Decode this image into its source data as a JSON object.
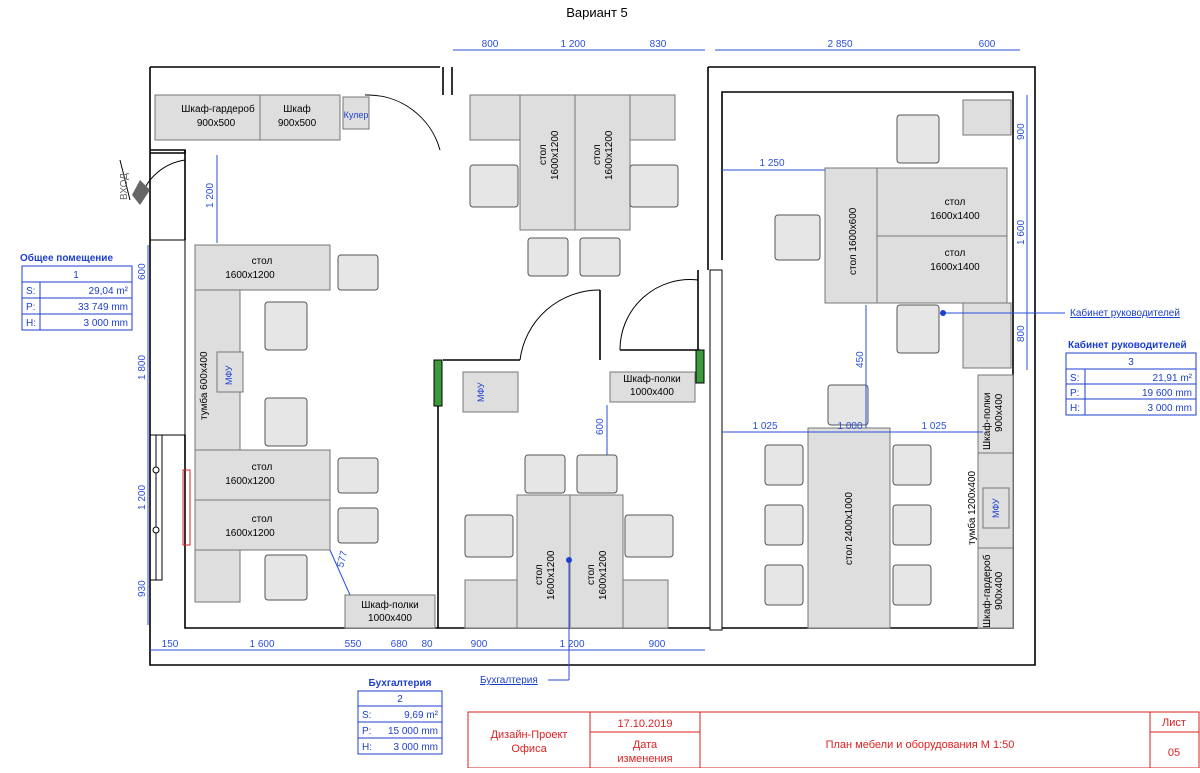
{
  "title": "Вариант 5",
  "dims_top": [
    "800",
    "1 200",
    "830",
    "2 850",
    "600"
  ],
  "dims_bottom": [
    "150",
    "1 600",
    "550",
    "680",
    "80",
    "900",
    "1 200",
    "900"
  ],
  "dims_left": [
    "600",
    "1 800",
    "1 200",
    "930"
  ],
  "dims_right": [
    "900",
    "1 600",
    "800"
  ],
  "dims_inner": {
    "d1200_entry": "1 200",
    "d1250": "1 250",
    "d450": "450",
    "d600": "600",
    "d577": "577",
    "d1025a": "1 025",
    "d1000": "1 000",
    "d1025b": "1 025"
  },
  "furniture": {
    "wardrobe1": "Шкаф-гардероб",
    "wardrobe1_size": "900х500",
    "cabinet1": "Шкаф",
    "cabinet1_size": "900х500",
    "cooler": "Кулер",
    "entry": "ВХОД",
    "desk": "стол",
    "desk_1600x1200": "1600х1200",
    "desk_1600x1400": "1600х1400",
    "desk_1600x600": "стол 1600х600",
    "desk_2400x1000": "стол 2400х1000",
    "tumba_600": "тумба 600х400",
    "tumba_1200": "тумба 1200х400",
    "mfu": "МФУ",
    "shelf": "Шкаф-полки",
    "shelf_size": "1000х400",
    "shelf_small": "Шкаф-полки",
    "shelf_small_size": "900х400",
    "wardrobe2": "Шкаф-гардероб",
    "wardrobe2_size": "900х400"
  },
  "room_common": {
    "title": "Общее помещение",
    "number": "1",
    "s_label": "S:",
    "s_value": "29,04 m²",
    "p_label": "P:",
    "p_value": "33 749 mm",
    "h_label": "H:",
    "h_value": "3 000 mm"
  },
  "room_director": {
    "title": "Кабинет руководителей",
    "leader": "Кабинет руководителей",
    "number": "3",
    "s_label": "S:",
    "s_value": "21,91 m²",
    "p_label": "P:",
    "p_value": "19 600 mm",
    "h_label": "H:",
    "h_value": "3 000 mm"
  },
  "room_account": {
    "title": "Бухгалтерия",
    "leader": "Бухгалтерия",
    "number": "2",
    "s_label": "S:",
    "s_value": "9,69 m²",
    "p_label": "P:",
    "p_value": "15 000 mm",
    "h_label": "H:",
    "h_value": "3 000 mm"
  },
  "stamp": {
    "project_line1": "Дизайн-Проект",
    "project_line2": "Офиса",
    "date": "17.10.2019",
    "date_label_line1": "Дата",
    "date_label_line2": "изменения",
    "sheet_title": "План мебели и оборудования   М 1:50",
    "sheet_label": "Лист",
    "sheet_number": "05"
  }
}
